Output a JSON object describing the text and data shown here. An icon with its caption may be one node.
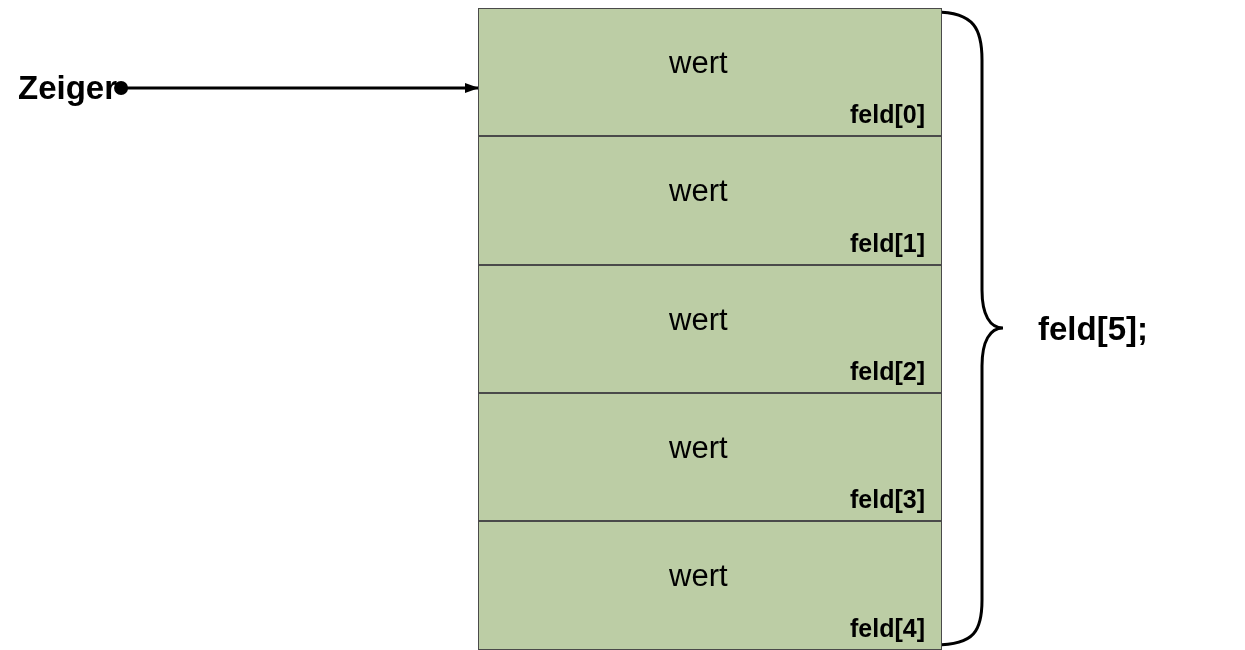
{
  "diagram": {
    "nodes": [
      {
        "text": [
          "Zeiger"
        ]
      },
      {
        "text": [
          "wert",
          "feld[0]"
        ]
      },
      {
        "text": [
          "wert",
          "feld[1]"
        ]
      },
      {
        "text": [
          "wert",
          "feld[2]"
        ]
      },
      {
        "text": [
          "wert",
          "feld[3]"
        ]
      },
      {
        "text": [
          "wert",
          "feld[4]"
        ]
      }
    ],
    "edges": [
      {
        "from": 0,
        "to": 1,
        "arrow": "to"
      }
    ],
    "labels": [
      "feld[5];"
    ]
  }
}
